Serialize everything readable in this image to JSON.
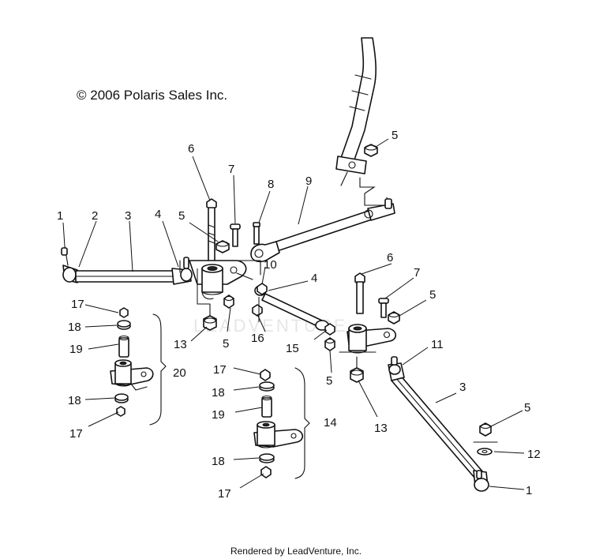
{
  "copyright": "© 2006 Polaris Sales Inc.",
  "watermark": "LEADVENTURE",
  "footer": "Rendered by LeadVenture, Inc.",
  "callouts": [
    {
      "id": "c1a",
      "label": "1"
    },
    {
      "id": "c2",
      "label": "2"
    },
    {
      "id": "c3a",
      "label": "3"
    },
    {
      "id": "c4a",
      "label": "4"
    },
    {
      "id": "c5a",
      "label": "5"
    },
    {
      "id": "c6a",
      "label": "6"
    },
    {
      "id": "c7a",
      "label": "7"
    },
    {
      "id": "c8",
      "label": "8"
    },
    {
      "id": "c9",
      "label": "9"
    },
    {
      "id": "c5b",
      "label": "5"
    },
    {
      "id": "c10",
      "label": "10"
    },
    {
      "id": "c4b",
      "label": "4"
    },
    {
      "id": "c6b",
      "label": "6"
    },
    {
      "id": "c7b",
      "label": "7"
    },
    {
      "id": "c5c",
      "label": "5"
    },
    {
      "id": "c17a",
      "label": "17"
    },
    {
      "id": "c18a",
      "label": "18"
    },
    {
      "id": "c19a",
      "label": "19"
    },
    {
      "id": "c20",
      "label": "20"
    },
    {
      "id": "c18b",
      "label": "18"
    },
    {
      "id": "c17b",
      "label": "17"
    },
    {
      "id": "c13a",
      "label": "13"
    },
    {
      "id": "c5d",
      "label": "5"
    },
    {
      "id": "c16",
      "label": "16"
    },
    {
      "id": "c15",
      "label": "15"
    },
    {
      "id": "c5e",
      "label": "5"
    },
    {
      "id": "c13b",
      "label": "13"
    },
    {
      "id": "c11",
      "label": "11"
    },
    {
      "id": "c3b",
      "label": "3"
    },
    {
      "id": "c17c",
      "label": "17"
    },
    {
      "id": "c18c",
      "label": "18"
    },
    {
      "id": "c19b",
      "label": "19"
    },
    {
      "id": "c14",
      "label": "14"
    },
    {
      "id": "c18d",
      "label": "18"
    },
    {
      "id": "c17d",
      "label": "17"
    },
    {
      "id": "c5f",
      "label": "5"
    },
    {
      "id": "c12",
      "label": "12"
    },
    {
      "id": "c1b",
      "label": "1"
    }
  ]
}
